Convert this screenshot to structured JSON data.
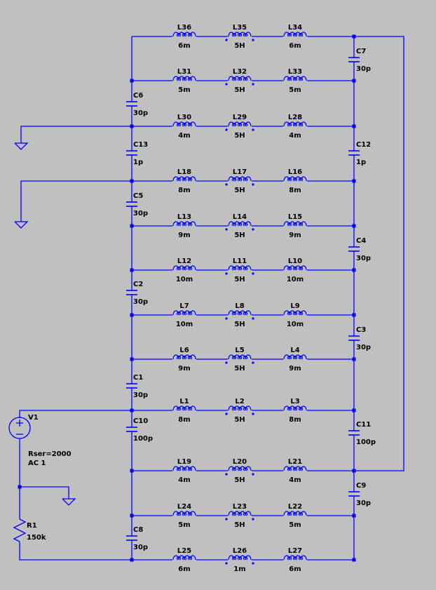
{
  "inductor_rows": [
    {
      "row": 1,
      "left": {
        "name": "L36",
        "value": "6m"
      },
      "mid": {
        "name": "L35",
        "value": "5H"
      },
      "right": {
        "name": "L34",
        "value": "6m"
      }
    },
    {
      "row": 2,
      "left": {
        "name": "L31",
        "value": "5m"
      },
      "mid": {
        "name": "L32",
        "value": "5H"
      },
      "right": {
        "name": "L33",
        "value": "5m"
      }
    },
    {
      "row": 3,
      "left": {
        "name": "L30",
        "value": "4m"
      },
      "mid": {
        "name": "L29",
        "value": "5H"
      },
      "right": {
        "name": "L28",
        "value": "4m"
      }
    },
    {
      "row": 4,
      "left": {
        "name": "L18",
        "value": "8m"
      },
      "mid": {
        "name": "L17",
        "value": "5H"
      },
      "right": {
        "name": "L16",
        "value": "8m"
      }
    },
    {
      "row": 5,
      "left": {
        "name": "L13",
        "value": "9m"
      },
      "mid": {
        "name": "L14",
        "value": "5H"
      },
      "right": {
        "name": "L15",
        "value": "9m"
      }
    },
    {
      "row": 6,
      "left": {
        "name": "L12",
        "value": "10m"
      },
      "mid": {
        "name": "L11",
        "value": "5H"
      },
      "right": {
        "name": "L10",
        "value": "10m"
      }
    },
    {
      "row": 7,
      "left": {
        "name": "L7",
        "value": "10m"
      },
      "mid": {
        "name": "L8",
        "value": "5H"
      },
      "right": {
        "name": "L9",
        "value": "10m"
      }
    },
    {
      "row": 8,
      "left": {
        "name": "L6",
        "value": "9m"
      },
      "mid": {
        "name": "L5",
        "value": "5H"
      },
      "right": {
        "name": "L4",
        "value": "9m"
      }
    },
    {
      "row": 9,
      "left": {
        "name": "L1",
        "value": "8m"
      },
      "mid": {
        "name": "L2",
        "value": "5H"
      },
      "right": {
        "name": "L3",
        "value": "8m"
      }
    },
    {
      "row": 10,
      "left": {
        "name": "L19",
        "value": "4m"
      },
      "mid": {
        "name": "L20",
        "value": "5H"
      },
      "right": {
        "name": "L21",
        "value": "4m"
      }
    },
    {
      "row": 11,
      "left": {
        "name": "L24",
        "value": "5m"
      },
      "mid": {
        "name": "L23",
        "value": "5H"
      },
      "right": {
        "name": "L22",
        "value": "5m"
      }
    },
    {
      "row": 12,
      "left": {
        "name": "L25",
        "value": "6m"
      },
      "mid": {
        "name": "L26",
        "value": "1m"
      },
      "right": {
        "name": "L27",
        "value": "6m"
      }
    }
  ],
  "left_capacitors": [
    {
      "name": "C6",
      "value": "30p"
    },
    {
      "name": "C13",
      "value": "1p"
    },
    {
      "name": "C5",
      "value": "30p"
    },
    {
      "name": "C2",
      "value": "30p"
    },
    {
      "name": "C1",
      "value": "30p"
    },
    {
      "name": "C10",
      "value": "100p"
    },
    {
      "name": "C8",
      "value": "30p"
    }
  ],
  "right_capacitors": [
    {
      "name": "C7",
      "value": "30p"
    },
    {
      "name": "C12",
      "value": "1p"
    },
    {
      "name": "C4",
      "value": "30p"
    },
    {
      "name": "C3",
      "value": "30p"
    },
    {
      "name": "C11",
      "value": "100p"
    },
    {
      "name": "C9",
      "value": "30p"
    }
  ],
  "source": {
    "name": "V1",
    "params": [
      "Rser=2000",
      "AC 1"
    ]
  },
  "resistor": {
    "name": "R1",
    "value": "150k"
  },
  "colors": {
    "background": "#c0c0c0",
    "wire": "#0000ff",
    "label": "#000000"
  }
}
